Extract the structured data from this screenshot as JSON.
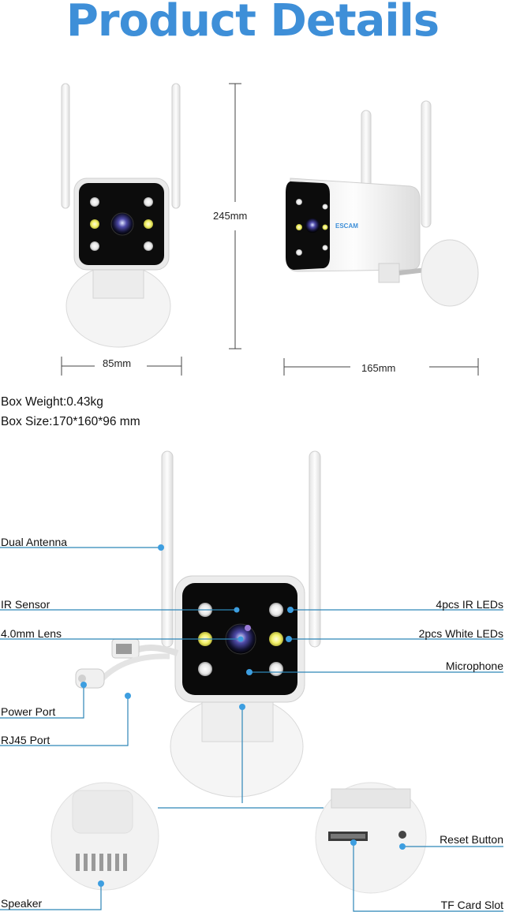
{
  "title": "Product Details",
  "dimensions": {
    "height": "245mm",
    "width_front": "85mm",
    "width_side": "165mm"
  },
  "specs": {
    "box_weight": "Box Weight:0.43kg",
    "box_size": "Box Size:170*160*96 mm"
  },
  "brand": "ESCAM",
  "labels": {
    "dual_antenna": "Dual Antenna",
    "ir_sensor": "IR Sensor",
    "lens": "4.0mm Lens",
    "power_port": "Power Port",
    "rj45_port": "RJ45 Port",
    "ir_leds": "4pcs IR LEDs",
    "white_leds": "2pcs White LEDs",
    "microphone": "Microphone",
    "reset_button": "Reset Button",
    "speaker": "Speaker",
    "tf_card_slot": "TF Card Slot"
  },
  "colors": {
    "accent": "#3e8fd8",
    "callout_line": "#2e86b8",
    "dot": "#3d9ee0"
  }
}
